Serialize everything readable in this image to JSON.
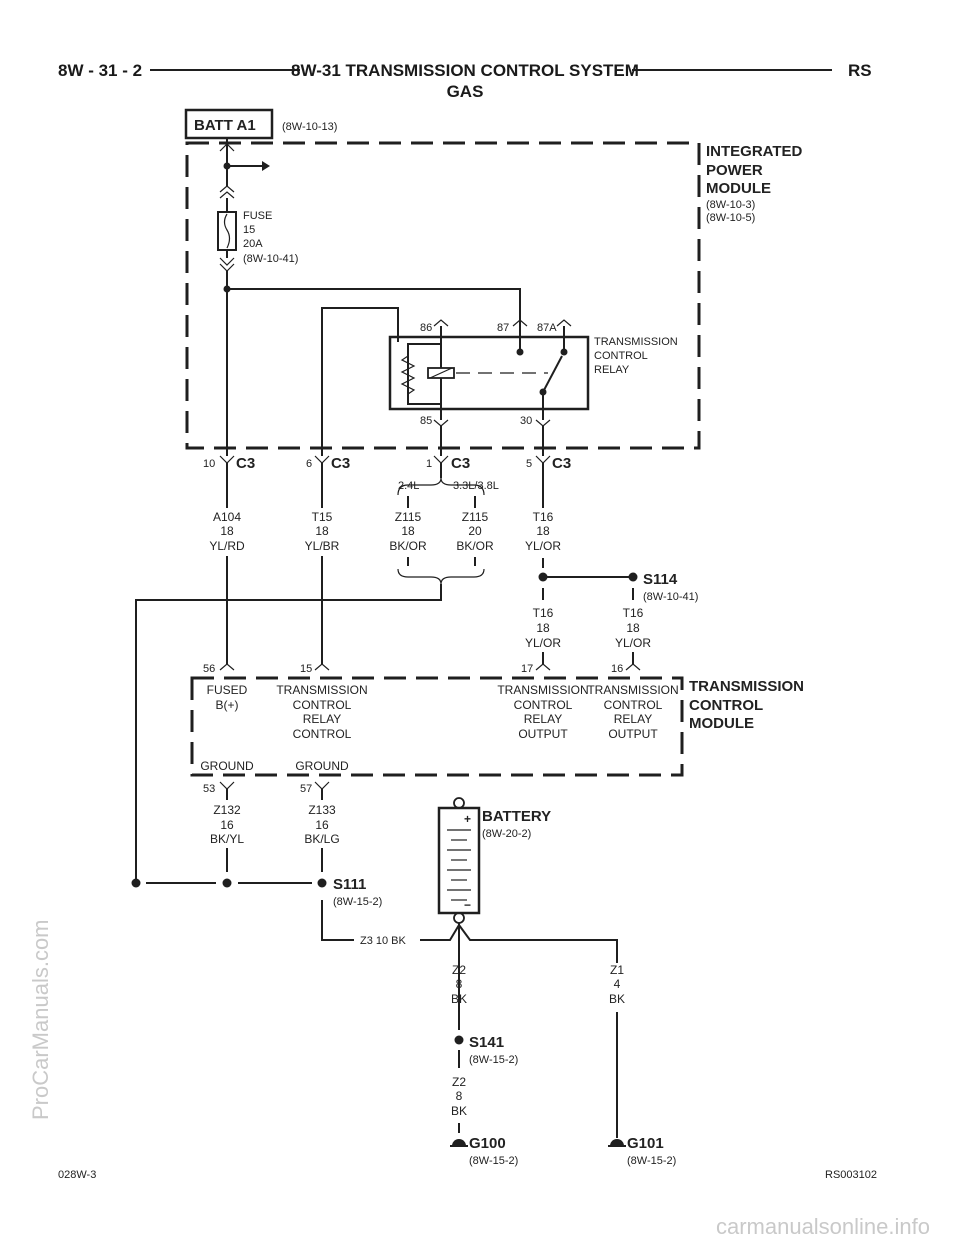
{
  "header": {
    "left": "8W - 31 - 2",
    "title_line1": "8W-31 TRANSMISSION CONTROL SYSTEM",
    "title_line2": "GAS",
    "right": "RS"
  },
  "batt": {
    "label": "BATT A1",
    "ref": "(8W-10-13)"
  },
  "ipm": {
    "line1": "INTEGRATED",
    "line2": "POWER",
    "line3": "MODULE",
    "ref1": "(8W-10-3)",
    "ref2": "(8W-10-5)"
  },
  "fuse": {
    "l1": "FUSE",
    "l2": "15",
    "l3": "20A",
    "l4": "(8W-10-41)"
  },
  "relay": {
    "p86": "86",
    "p87": "87",
    "p87a": "87A",
    "p85": "85",
    "p30": "30",
    "l1": "TRANSMISSION",
    "l2": "CONTROL",
    "l3": "RELAY"
  },
  "connectors": {
    "c10": {
      "pin": "10",
      "name": "C3"
    },
    "c6": {
      "pin": "6",
      "name": "C3"
    },
    "c1": {
      "pin": "1",
      "name": "C3"
    },
    "c5": {
      "pin": "5",
      "name": "C3"
    }
  },
  "engine": {
    "left": "2.4L",
    "right": "3.3L/3.8L"
  },
  "wires": {
    "a104": {
      "n": "A104",
      "g": "18",
      "c": "YL/RD"
    },
    "t15": {
      "n": "T15",
      "g": "18",
      "c": "YL/BR"
    },
    "z115a": {
      "n": "Z115",
      "g": "18",
      "c": "BK/OR"
    },
    "z115b": {
      "n": "Z115",
      "g": "20",
      "c": "BK/OR"
    },
    "t16a": {
      "n": "T16",
      "g": "18",
      "c": "YL/OR"
    },
    "t16b": {
      "n": "T16",
      "g": "18",
      "c": "YL/OR"
    },
    "t16c": {
      "n": "T16",
      "g": "18",
      "c": "YL/OR"
    },
    "z132": {
      "n": "Z132",
      "g": "16",
      "c": "BK/YL"
    },
    "z133": {
      "n": "Z133",
      "g": "16",
      "c": "BK/LG"
    },
    "z3": "Z3   10 BK",
    "z2a": {
      "n": "Z2",
      "g": "8",
      "c": "BK"
    },
    "z2b": {
      "n": "Z2",
      "g": "8",
      "c": "BK"
    },
    "z1": {
      "n": "Z1",
      "g": "4",
      "c": "BK"
    }
  },
  "splices": {
    "s114": {
      "name": "S114",
      "ref": "(8W-10-41)"
    },
    "s111": {
      "name": "S111",
      "ref": "(8W-15-2)"
    },
    "s141": {
      "name": "S141",
      "ref": "(8W-15-2)"
    }
  },
  "tcm": {
    "line1": "TRANSMISSION",
    "line2": "CONTROL",
    "line3": "MODULE",
    "p56": "56",
    "p15": "15",
    "p17": "17",
    "p16": "16",
    "p53": "53",
    "p57": "57",
    "fused1": "FUSED",
    "fused2": "B(+)",
    "trc1": "TRANSMISSION",
    "trc2": "CONTROL",
    "trc3": "RELAY",
    "trc4": "CONTROL",
    "tro1": "TRANSMISSION",
    "tro2": "CONTROL",
    "tro3": "RELAY",
    "tro4": "OUTPUT",
    "tro5": "TRANSMISSION",
    "tro6": "CONTROL",
    "tro7": "RELAY",
    "tro8": "OUTPUT",
    "gnd1": "GROUND",
    "gnd2": "GROUND"
  },
  "battery": {
    "name": "BATTERY",
    "ref": "(8W-20-2)",
    "plus": "+",
    "minus": "−"
  },
  "grounds": {
    "g100": {
      "name": "G100",
      "ref": "(8W-15-2)"
    },
    "g101": {
      "name": "G101",
      "ref": "(8W-15-2)"
    }
  },
  "footer": {
    "left": "028W-3",
    "right": "RS003102"
  },
  "watermarks": {
    "side": "ProCarManuals.com",
    "bottom": "carmanualsonline.info"
  }
}
